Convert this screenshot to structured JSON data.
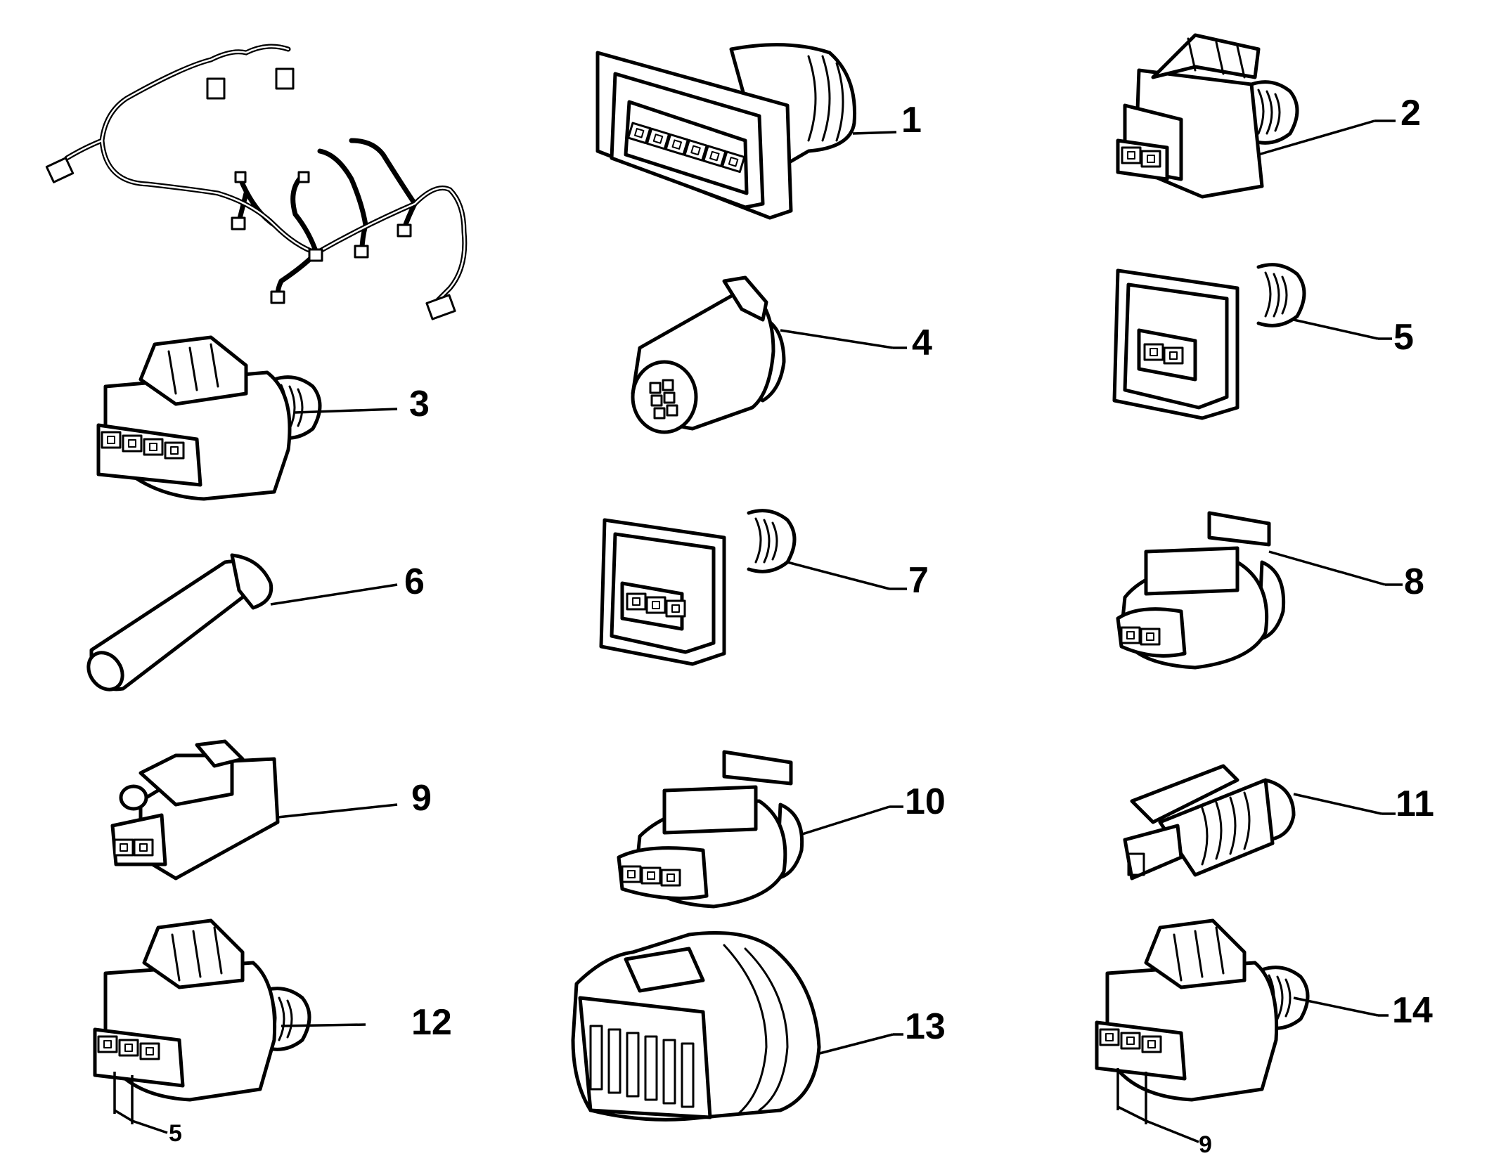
{
  "callouts": [
    {
      "id": "1",
      "label": "1"
    },
    {
      "id": "2",
      "label": "2"
    },
    {
      "id": "3",
      "label": "3"
    },
    {
      "id": "4",
      "label": "4"
    },
    {
      "id": "5",
      "label": "5"
    },
    {
      "id": "6",
      "label": "6"
    },
    {
      "id": "7",
      "label": "7"
    },
    {
      "id": "8",
      "label": "8"
    },
    {
      "id": "9",
      "label": "9"
    },
    {
      "id": "10",
      "label": "10"
    },
    {
      "id": "11",
      "label": "11"
    },
    {
      "id": "12",
      "label": "12"
    },
    {
      "id": "13",
      "label": "13"
    },
    {
      "id": "14",
      "label": "14"
    }
  ],
  "dimensions": [
    {
      "id": "dim-12",
      "label": "5"
    },
    {
      "id": "dim-14",
      "label": "9"
    }
  ]
}
